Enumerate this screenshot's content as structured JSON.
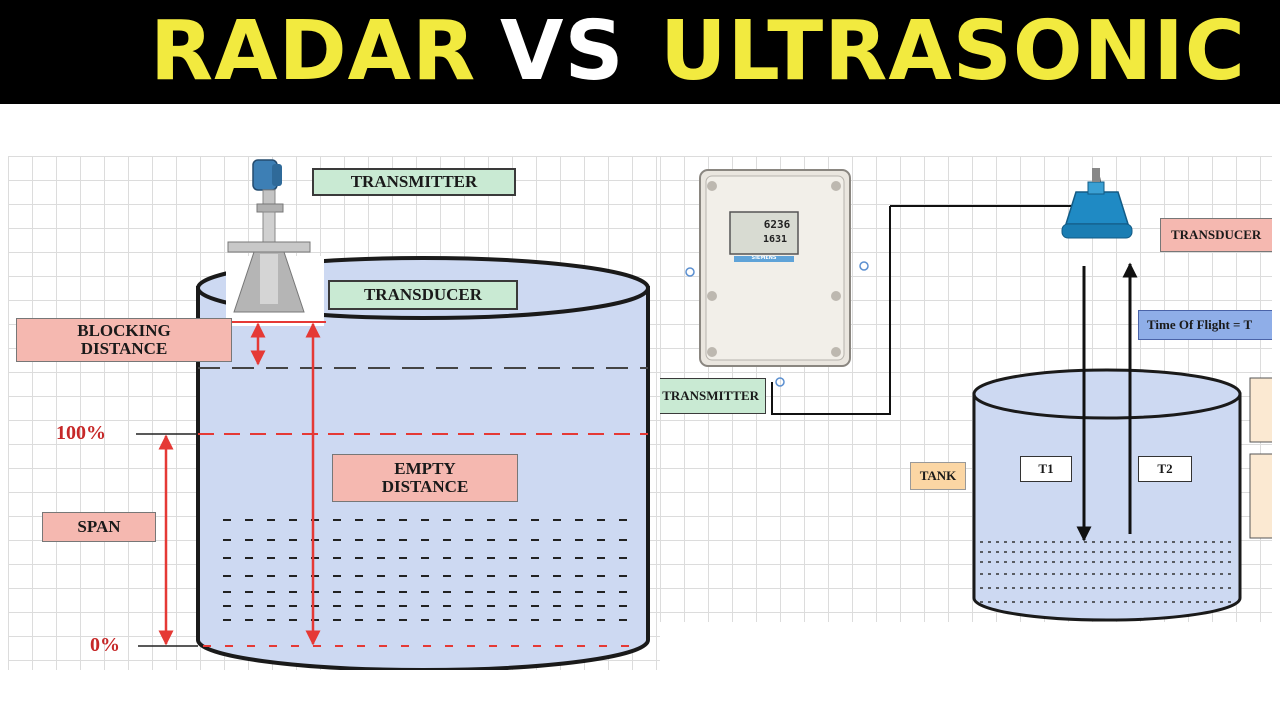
{
  "title": {
    "radar": "RADAR",
    "vs": "VS",
    "ultrasonic": "ULTRASONIC"
  },
  "radar_diagram": {
    "transmitter_label": "TRANSMITTER",
    "transducer_label": "TRANSDUCER",
    "blocking_distance_label": "BLOCKING DISTANCE",
    "level_100_label": "100%",
    "level_0_label": "0%",
    "span_label": "SPAN",
    "empty_distance_label": "EMPTY DISTANCE"
  },
  "ultrasonic_diagram": {
    "transmitter_label": "TRANSMITTER",
    "transducer_label": "TRANSDUCER",
    "time_of_flight_label": "Time Of Flight = T",
    "tank_label": "TANK",
    "t1_label": "T1",
    "t2_label": "T2",
    "display_reading_main": "6236",
    "display_reading_sub": "1631",
    "display_brand": "SIEMENS"
  },
  "colors": {
    "title_yellow": "#f2ea3f",
    "tank_fill": "#cdd9f2",
    "dimension_red": "#e53935"
  }
}
